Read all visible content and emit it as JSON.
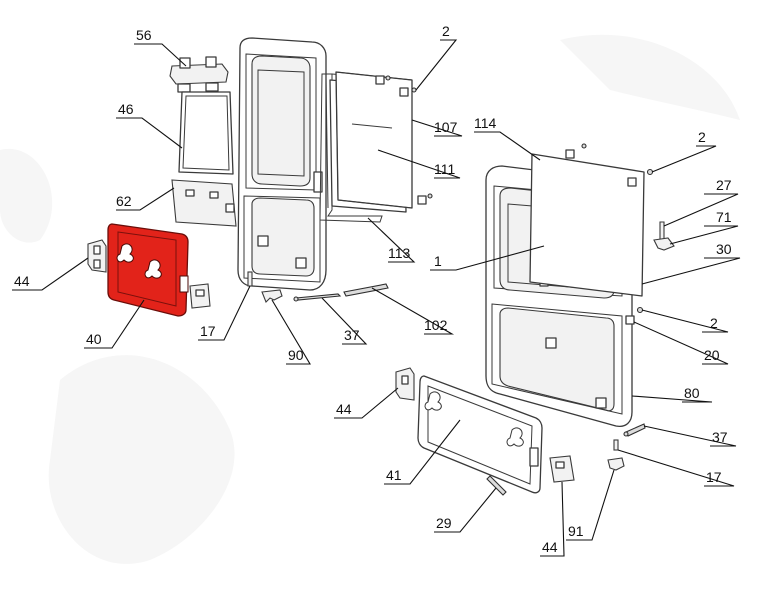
{
  "diagram": {
    "highlight_color": "#e2231a",
    "parts": [
      {
        "id": "p56",
        "number": "56"
      },
      {
        "id": "p46",
        "number": "46"
      },
      {
        "id": "p62",
        "number": "62"
      },
      {
        "id": "p44a",
        "number": "44"
      },
      {
        "id": "p40",
        "number": "40"
      },
      {
        "id": "p17a",
        "number": "17"
      },
      {
        "id": "p90",
        "number": "90"
      },
      {
        "id": "p37a",
        "number": "37"
      },
      {
        "id": "p102",
        "number": "102"
      },
      {
        "id": "p113",
        "number": "113"
      },
      {
        "id": "p111",
        "number": "111"
      },
      {
        "id": "p107",
        "number": "107"
      },
      {
        "id": "p2a",
        "number": "2"
      },
      {
        "id": "p114",
        "number": "114"
      },
      {
        "id": "p2b",
        "number": "2"
      },
      {
        "id": "p27",
        "number": "27"
      },
      {
        "id": "p71",
        "number": "71"
      },
      {
        "id": "p30",
        "number": "30"
      },
      {
        "id": "p1",
        "number": "1"
      },
      {
        "id": "p2c",
        "number": "2"
      },
      {
        "id": "p20",
        "number": "20"
      },
      {
        "id": "p80",
        "number": "80"
      },
      {
        "id": "p44b",
        "number": "44"
      },
      {
        "id": "p41",
        "number": "41"
      },
      {
        "id": "p37b",
        "number": "37"
      },
      {
        "id": "p17b",
        "number": "17"
      },
      {
        "id": "p29",
        "number": "29"
      },
      {
        "id": "p44c",
        "number": "44"
      },
      {
        "id": "p91",
        "number": "91"
      }
    ]
  }
}
